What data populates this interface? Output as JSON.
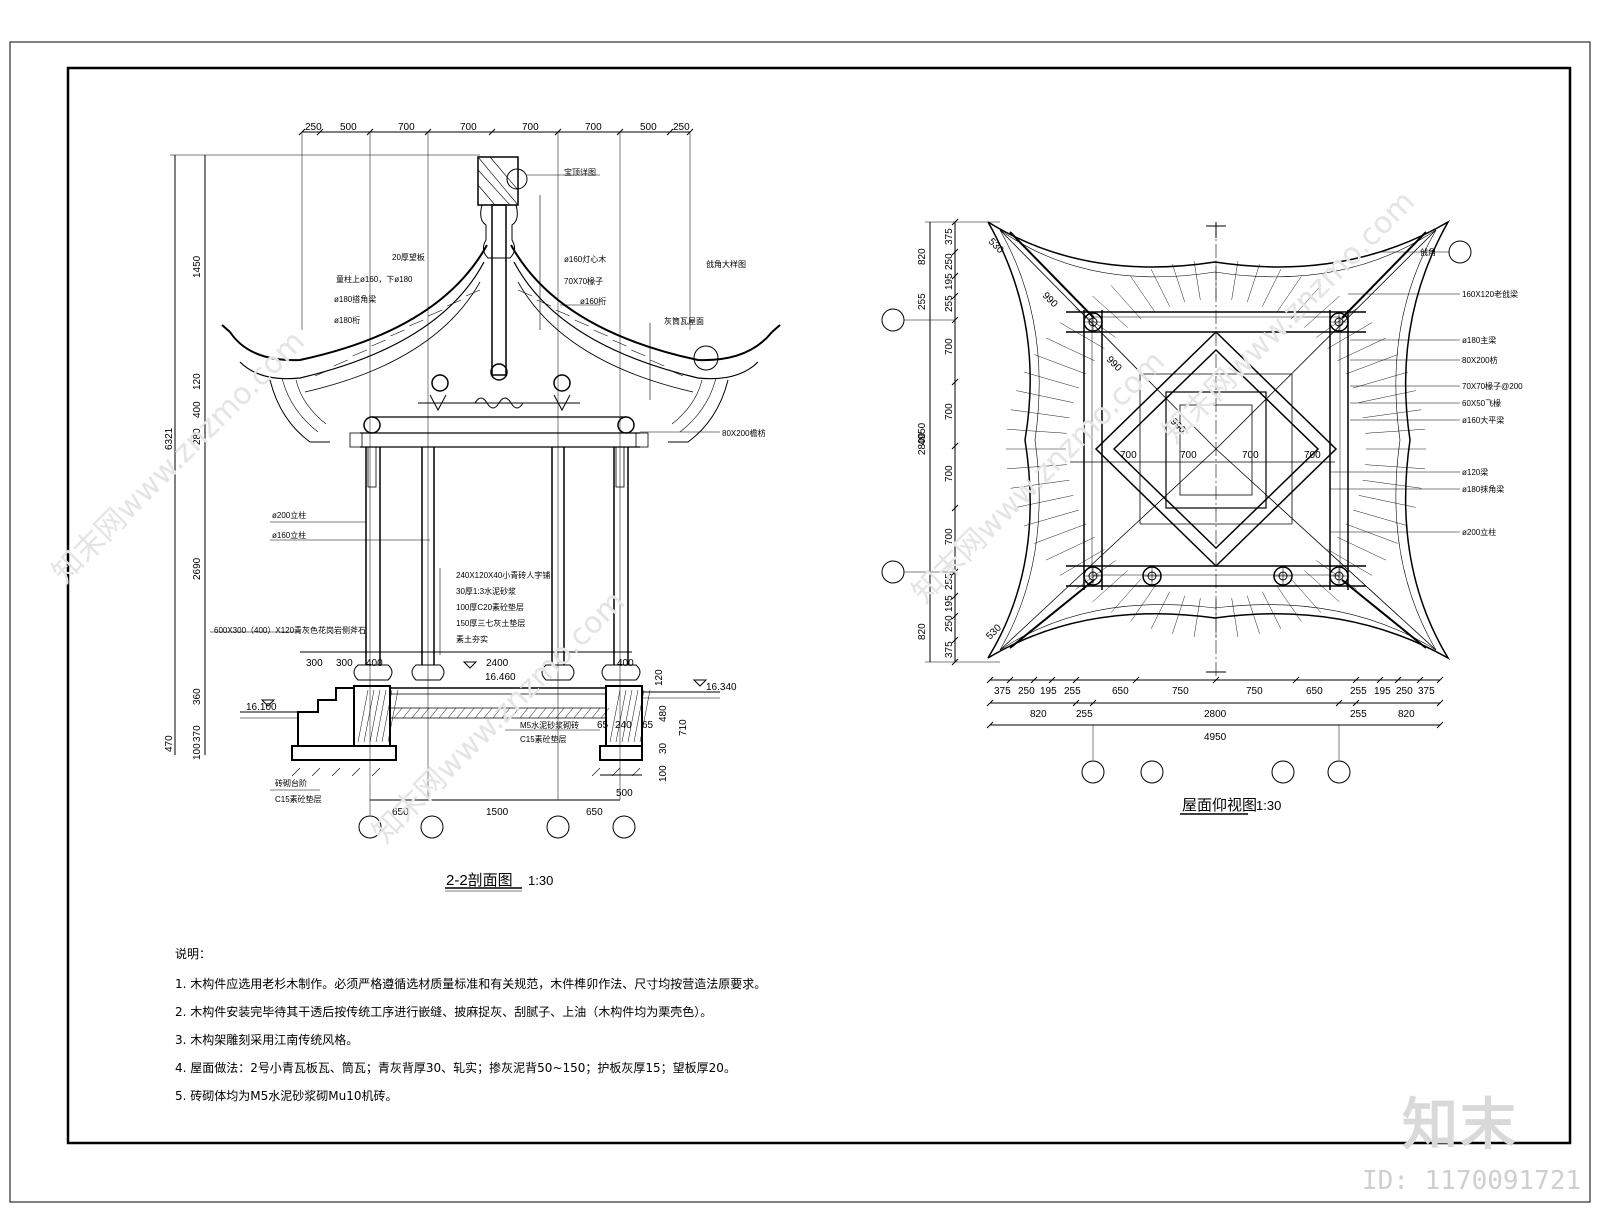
{
  "section": {
    "title": "2-2剖面图",
    "scale": "1:30",
    "top_dims": [
      "250",
      "500",
      "700",
      "700",
      "700",
      "700",
      "500",
      "250"
    ],
    "left_dims": [
      "1450",
      "6321",
      "120",
      "400",
      "280",
      "2690",
      "360",
      "470",
      "100",
      "370"
    ],
    "right_dims": [
      "120",
      "480",
      "710",
      "65",
      "30",
      "100"
    ],
    "bottom_dims": [
      "650",
      "1500",
      "650"
    ],
    "base_dims": [
      "300",
      "300",
      "400",
      "2400",
      "400",
      "240",
      "65",
      "500"
    ],
    "elevations": [
      "16.460",
      "16.340",
      "16.100"
    ],
    "labels": {
      "finial": "宝顶详图",
      "board": "20厚望板",
      "purlin_top": "童柱上ø160，下ø180",
      "beam180a": "ø180搭角梁",
      "beam180b": "ø180桁",
      "core": "ø160灯心木",
      "rafter": "70X70椽子",
      "purlin160": "ø160桁",
      "corner_detail": "戗角大样图",
      "tile": "灰筒瓦屋面",
      "fang": "80X200檐枋",
      "col200": "ø200立柱",
      "col160": "ø160立柱",
      "paving1": "240X120X40小青砖人字铺",
      "paving2": "30厚1:3水泥砂浆",
      "paving3": "100厚C20素砼垫层",
      "paving4": "150厚三七灰土垫层",
      "paving5": "素土夯实",
      "stone": "600X300（400）X120青灰色花岗岩侧斧石",
      "mortar": "M5水泥砂浆砌砖",
      "c15": "C15素砼垫层",
      "step": "砖砌台阶",
      "c15b": "C15素砼垫层"
    }
  },
  "plan": {
    "title": "屋面仰视图",
    "scale": "1:30",
    "left_dims": [
      "820",
      "4950",
      "375",
      "250",
      "195",
      "255",
      "700",
      "2800",
      "700",
      "700",
      "700",
      "255",
      "195",
      "250",
      "375",
      "820",
      "255"
    ],
    "bottom_dims_1": [
      "375",
      "250",
      "195",
      "255",
      "650",
      "750",
      "750",
      "650",
      "255",
      "195",
      "250",
      "375"
    ],
    "bottom_dims_2": [
      "820",
      "255",
      "2800",
      "255",
      "820"
    ],
    "bottom_total": "4950",
    "inner_dims": [
      "700",
      "700",
      "700",
      "700"
    ],
    "diag_dims": [
      "530",
      "990",
      "990",
      "990",
      "530"
    ],
    "labels": {
      "corner": "戗角",
      "l1": "160X120老戗梁",
      "l2": "ø180主梁",
      "l3": "80X200枋",
      "l4": "70X70椽子@200",
      "l5": "60X50飞椽",
      "l6": "ø160大平梁",
      "l7": "ø120梁",
      "l8": "ø180抹角梁",
      "l9": "ø200立柱"
    }
  },
  "notes": {
    "title": "说明：",
    "items": [
      "1.  木构件应选用老杉木制作。必须严格遵循选材质量标准和有关规范，木件榫卯作法、尺寸均按营造法原要求。",
      "2.  木构件安装完毕待其干透后按传统工序进行嵌缝、披麻捉灰、刮腻子、上油（木构件均为栗壳色）。",
      "3.  木构架雕刻采用江南传统风格。",
      "4.  屋面做法：2号小青瓦板瓦、筒瓦；青灰背厚30、轧实；掺灰泥背50~150；护板灰厚15；望板厚20。",
      "5.  砖砌体均为M5水泥砂浆砌Mu10机砖。"
    ]
  },
  "brand": "知末",
  "id_text": "ID: 1170091721",
  "watermark": "知末网www.znzmo.com"
}
